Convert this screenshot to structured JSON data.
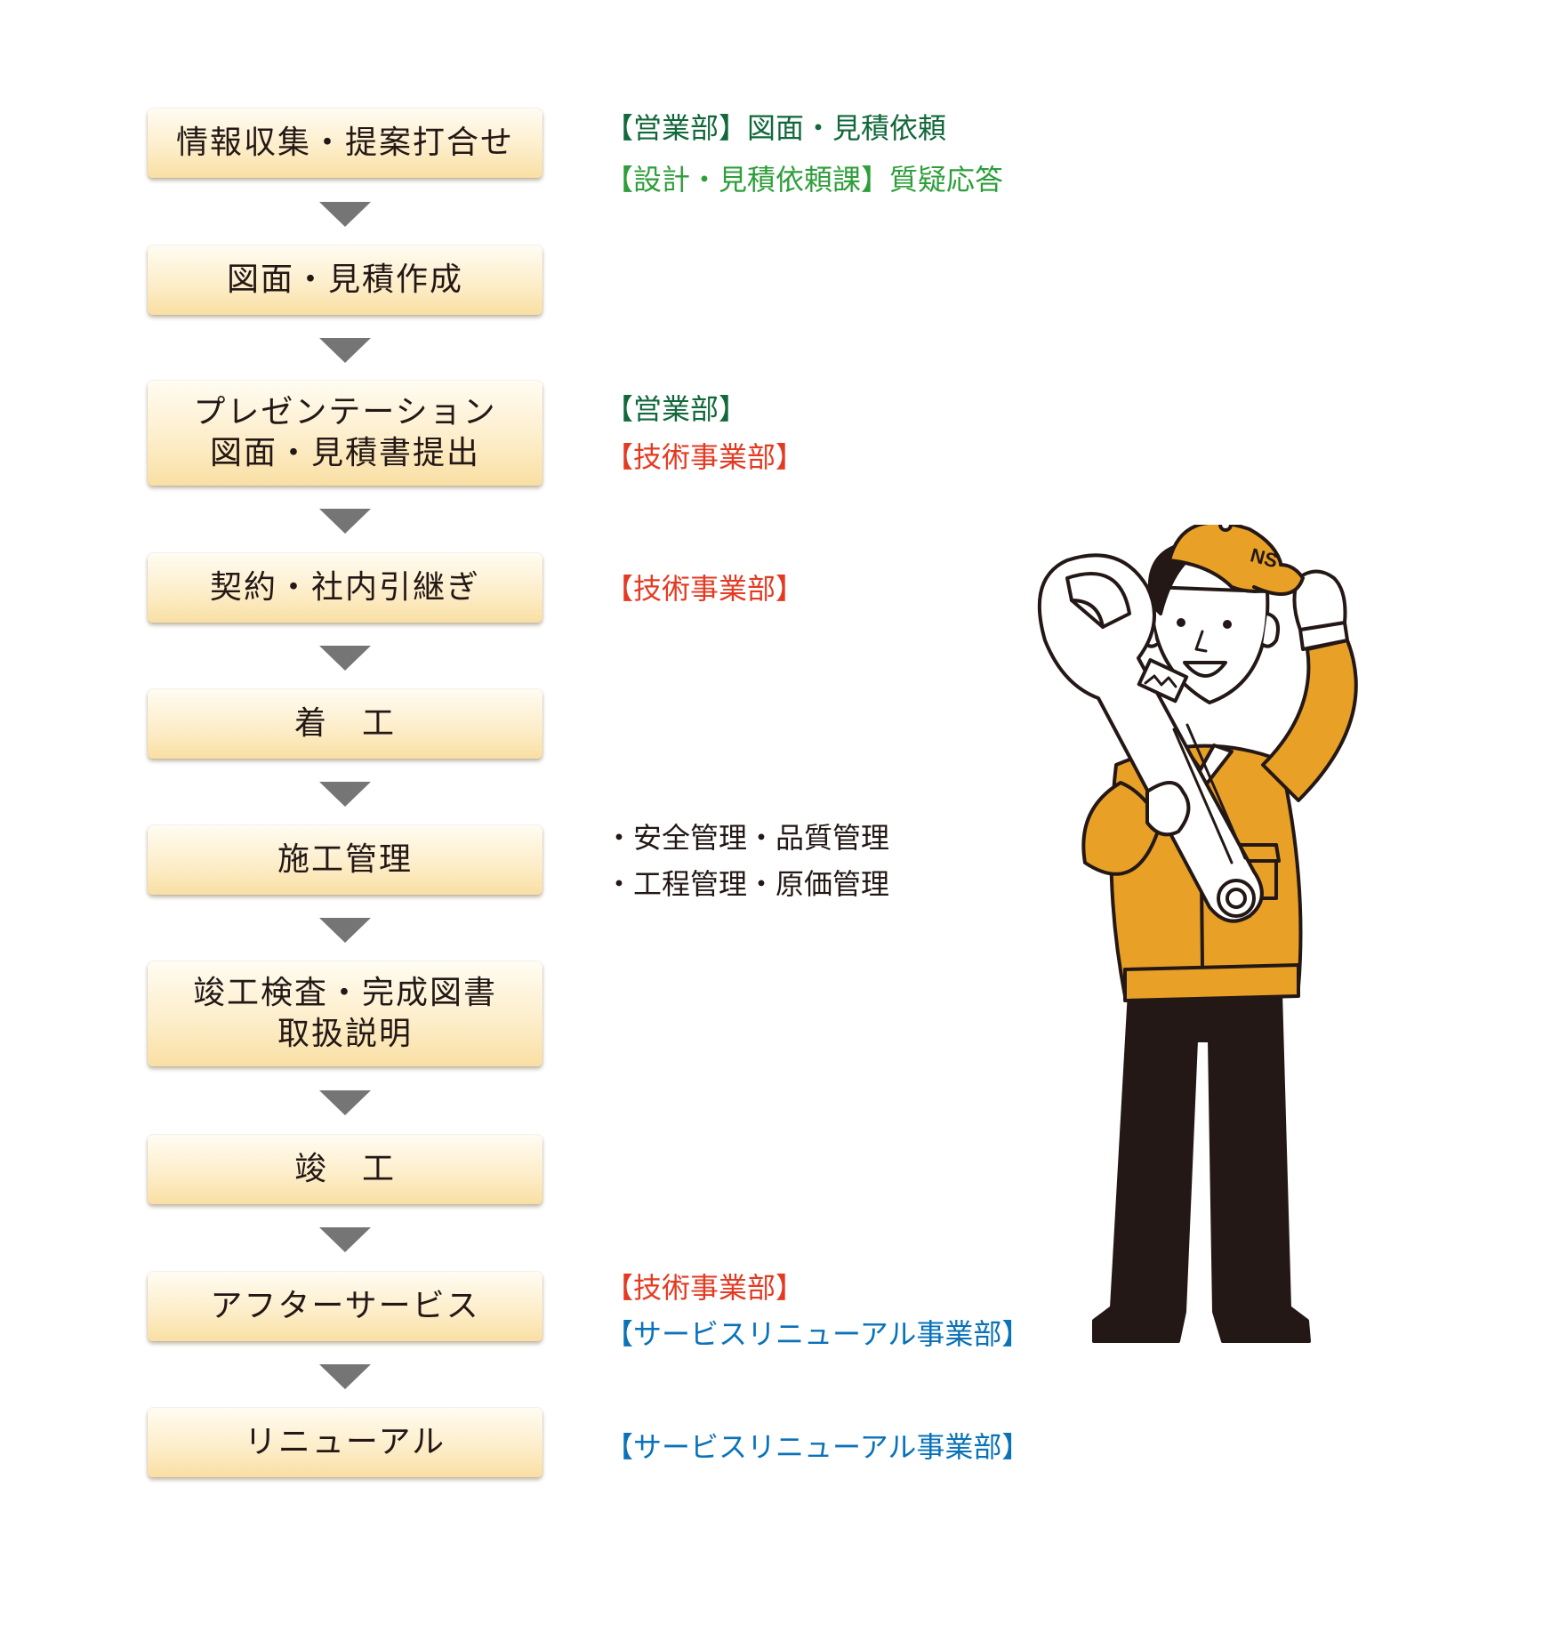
{
  "steps": [
    {
      "label": "情報収集・提案打合せ"
    },
    {
      "label": "図面・見積作成"
    },
    {
      "label": "プレゼンテーション\n図面・見積書提出"
    },
    {
      "label": "契約・社内引継ぎ"
    },
    {
      "label": "着　工"
    },
    {
      "label": "施工管理"
    },
    {
      "label": "竣工検査・完成図書\n取扱説明"
    },
    {
      "label": "竣　工"
    },
    {
      "label": "アフターサービス"
    },
    {
      "label": "リニューアル"
    }
  ],
  "notes": {
    "step1": [
      "【営業部】図面・見積依頼",
      "【設計・見積依頼課】質疑応答"
    ],
    "step3": [
      "【営業部】",
      "【技術事業部】"
    ],
    "step4": [
      "【技術事業部】"
    ],
    "step6": [
      "・安全管理・品質管理",
      "・工程管理・原価管理"
    ],
    "step9": [
      "【技術事業部】",
      "【サービスリニューアル事業部】"
    ],
    "step10": [
      "【サービスリニューアル事業部】"
    ]
  },
  "colors": {
    "sales": "#11683a",
    "design_quote": "#2e9e3a",
    "tech": "#e53a22",
    "service_renewal": "#0a72b8",
    "worker_uniform": "#e8a027",
    "arrow": "#757575"
  },
  "illustration": {
    "cap_text": "NS"
  }
}
